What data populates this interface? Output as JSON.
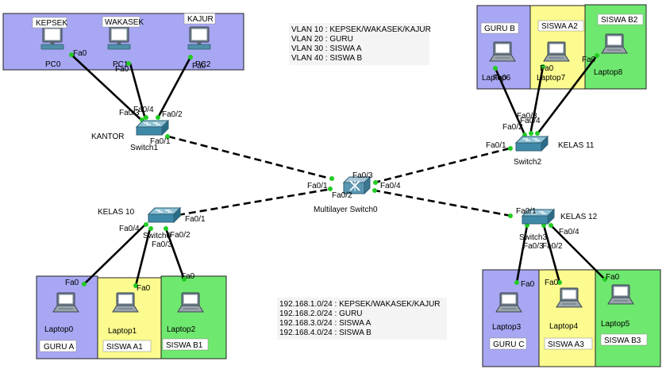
{
  "colors": {
    "kantor_zone": "#a7a7f3",
    "guru_zone": "#a7a7f3",
    "siswa_a_zone": "#fbfb8f",
    "siswa_b_zone": "#6fe86f",
    "port_dot": "#22cc22",
    "link": "#000000"
  },
  "notes": {
    "vlans": [
      "VLAN 10 : KEPSEK/WAKASEK/KAJUR",
      "VLAN 20 : GURU",
      "VLAN 30 : SISWA A",
      "VLAN 40 : SISWA B"
    ],
    "subnets": [
      "192.168.1.0/24 : KEPSEK/WAKASEK/KAJUR",
      "192.168.2.0/24 : GURU",
      "192.168.3.0/24 : SISWA A",
      "192.168.4.0/24 : SISWA B"
    ]
  },
  "zones": {
    "kantor": {
      "labels": [
        "KEPSEK",
        "WAKASEK",
        "KAJUR"
      ]
    },
    "kelas11": {
      "labels": [
        "GURU B",
        "SISWA A2",
        "SISWA B2"
      ]
    },
    "kelas10": {
      "labels": [
        "GURU A",
        "SISWA A1",
        "SISWA B1"
      ]
    },
    "kelas12": {
      "labels": [
        "GURU C",
        "SISWA A3",
        "SISWA B3"
      ]
    }
  },
  "devices": {
    "pc0": "PC0",
    "pc1": "PC1",
    "pc2": "PC2",
    "laptop6": "Laptop6",
    "laptop7": "Laptop7",
    "laptop8": "Laptop8",
    "laptop0": "Laptop0",
    "laptop1": "Laptop1",
    "laptop2": "Laptop2",
    "laptop3": "Laptop3",
    "laptop4": "Laptop4",
    "laptop5": "Laptop5",
    "switch1": "Switch1",
    "switch2": "Switch2",
    "switch0": "Switch0",
    "switch3": "Switch3",
    "mls": "Multilayer Switch0"
  },
  "switch_names": {
    "kantor": "KANTOR",
    "kelas11": "KELAS 11",
    "kelas10": "KELAS 10",
    "kelas12": "KELAS 12"
  },
  "ports": {
    "pc0": "Fa0",
    "pc1": "Fa0",
    "pc2": "Fa0",
    "s1_a": "Fa0/3",
    "s1_b": "Fa0/4",
    "s1_c": "Fa0/2",
    "s1_up": "Fa0/1",
    "l6": "Fa0",
    "l7": "Fa0",
    "l8": "Fa0",
    "s2_a": "Fa0/3",
    "s2_b": "Fa0/4",
    "s2_c": "Fa0/2",
    "s2_up": "Fa0/1",
    "mls_1": "Fa0/1",
    "mls_2": "Fa0/2",
    "mls_3": "Fa0/3",
    "mls_4": "Fa0/4",
    "s0_up": "Fa0/1",
    "s0_a": "Fa0/4",
    "s0_b": "Fa0/2",
    "s0_c": "Fa0/3",
    "l0": "Fa0",
    "l1": "Fa0",
    "l2": "Fa0",
    "s3_up": "Fa0/1",
    "s3_a": "Fa0/3",
    "s3_b": "Fa0/2",
    "s3_c": "Fa0/4",
    "l3": "Fa0",
    "l4": "Fa0",
    "l5": "Fa0"
  }
}
